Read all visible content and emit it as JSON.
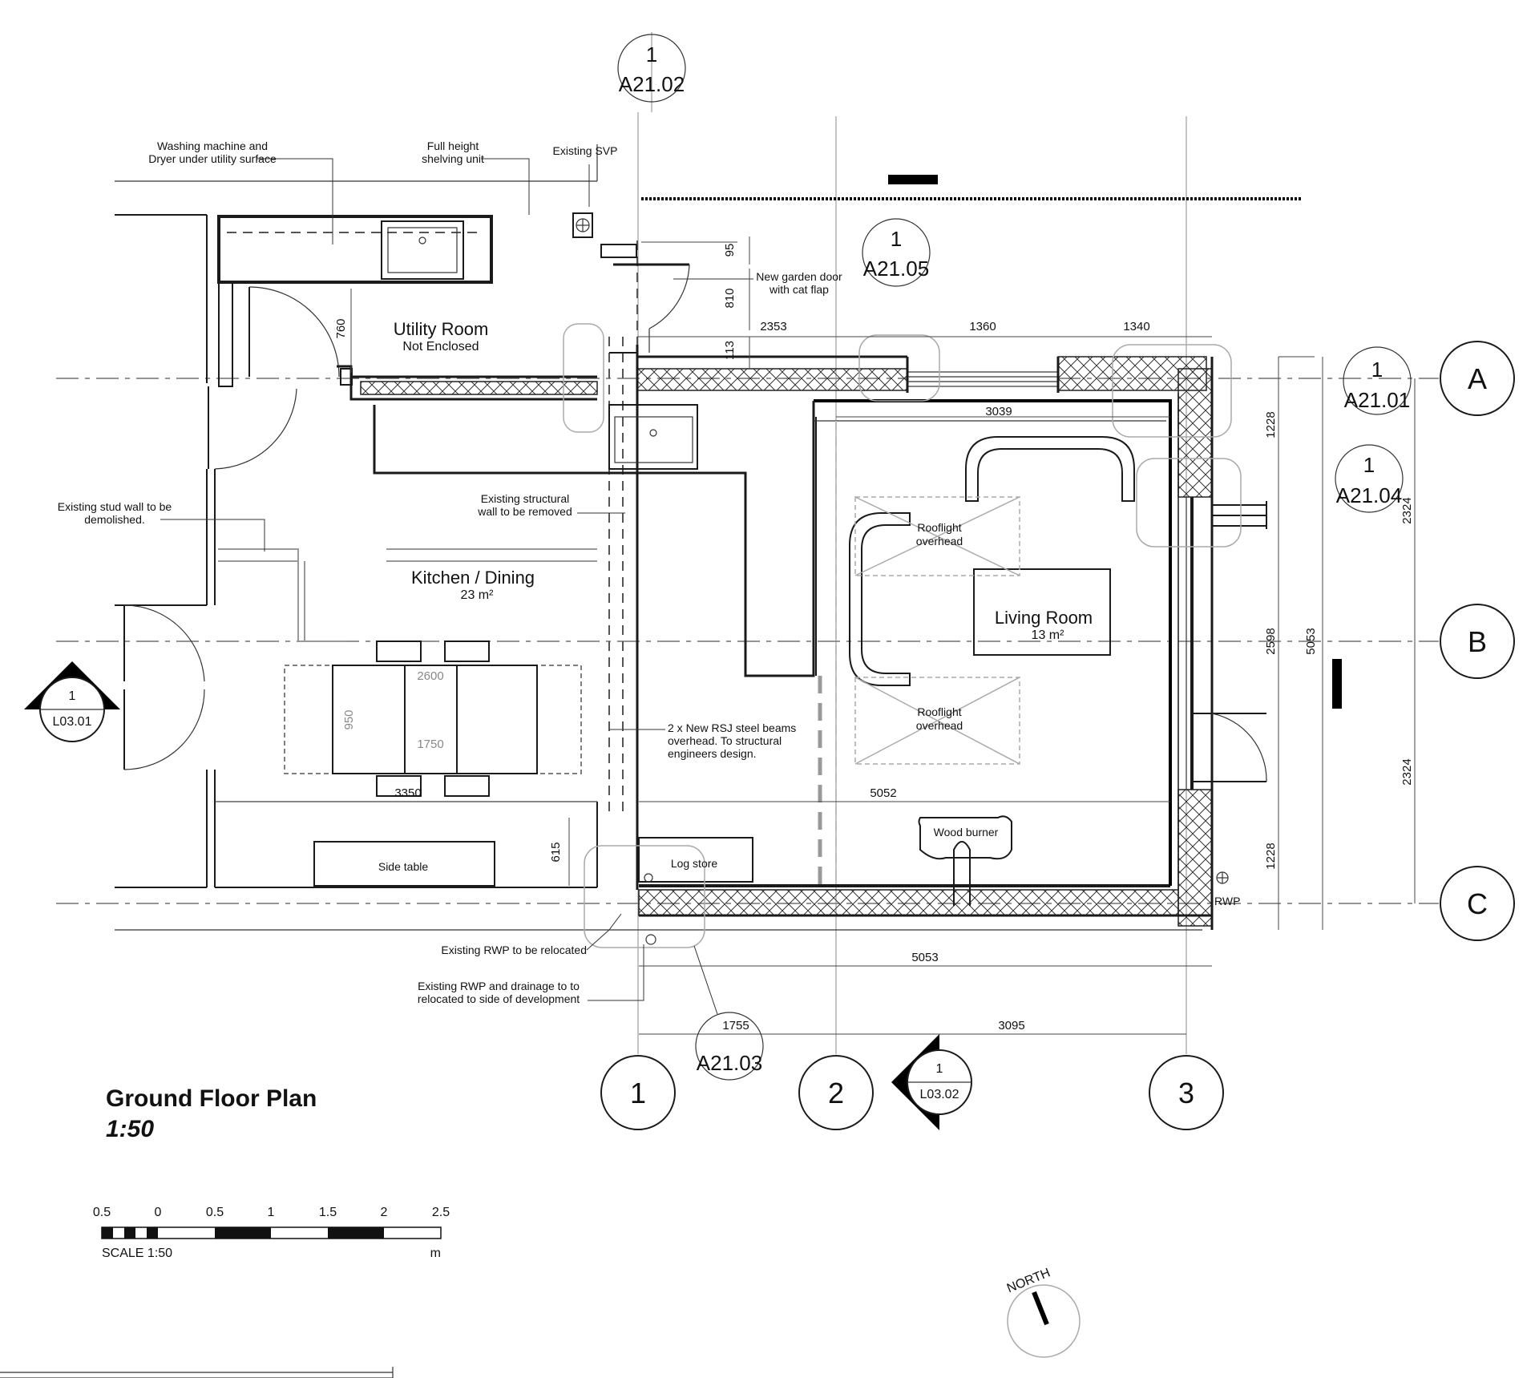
{
  "title": {
    "name": "Ground Floor Plan",
    "scale": "1:50"
  },
  "scale_bar": {
    "ticks": [
      "0.5",
      "0",
      "0.5",
      "1",
      "1.5",
      "2",
      "2.5"
    ],
    "label": "SCALE 1:50",
    "unit": "m"
  },
  "north": "NORTH",
  "rooms": {
    "utility": {
      "name": "Utility Room",
      "note": "Not Enclosed"
    },
    "kitchen": {
      "name": "Kitchen / Dining",
      "area": "23 m²"
    },
    "living": {
      "name": "Living Room",
      "area": "13 m²"
    }
  },
  "labels": {
    "washing_l1": "Washing machine  and",
    "washing_l2": "Dryer under utility surface",
    "shelving_l1": "Full height",
    "shelving_l2": "shelving unit",
    "svp": "Existing SVP",
    "garden_door_l1": "New garden door",
    "garden_door_l2": "with cat flap",
    "stud_wall_l1": "Existing stud wall to be",
    "stud_wall_l2": "demolished.",
    "struct_wall_l1": "Existing structural",
    "struct_wall_l2": "wall to be removed",
    "rsj_l1": "2 x New RSJ steel beams",
    "rsj_l2": "overhead. To structural",
    "rsj_l3": "engineers design.",
    "rooflight_l1": "Rooflight",
    "rooflight_l2": "overhead",
    "side_table": "Side table",
    "log_store": "Log store",
    "wood_burner": "Wood burner",
    "rwp_relocated": "Existing RWP to be relocated",
    "rwp_drain_l1": "Existing RWP and drainage to to",
    "rwp_drain_l2": "relocated to side of development",
    "rwp": "RWP"
  },
  "dimensions": {
    "d95": "95",
    "d810": "810",
    "d760": "760",
    "d113": "113",
    "d2353": "2353",
    "d1360": "1360",
    "d1340": "1340",
    "d3039": "3039",
    "d2600": "2600",
    "d950": "950",
    "d1750": "1750",
    "d3350": "3350",
    "d5052": "5052",
    "d615": "615",
    "d5053_bottom": "5053",
    "d1755": "1755",
    "d3095": "3095",
    "d1228_top": "1228",
    "d2598": "2598",
    "d1228_bottom": "1228",
    "d5053_side": "5053",
    "d2324_top": "2324",
    "d2324_bottom": "2324"
  },
  "section_refs": {
    "s1": {
      "num": "1",
      "code": "A21.02"
    },
    "s2": {
      "num": "1",
      "code": "A21.05"
    },
    "s3": {
      "num": "1",
      "code": "A21.01"
    },
    "s4": {
      "num": "1",
      "code": "A21.04"
    },
    "s5": {
      "num": "1",
      "code": "A21.03"
    },
    "e1": {
      "num": "1",
      "code": "L03.01"
    },
    "e2": {
      "num": "1",
      "code": "L03.02"
    }
  },
  "grid_bubbles": {
    "A": "A",
    "B": "B",
    "C": "C",
    "g1": "1",
    "g2": "2",
    "g3": "3"
  }
}
